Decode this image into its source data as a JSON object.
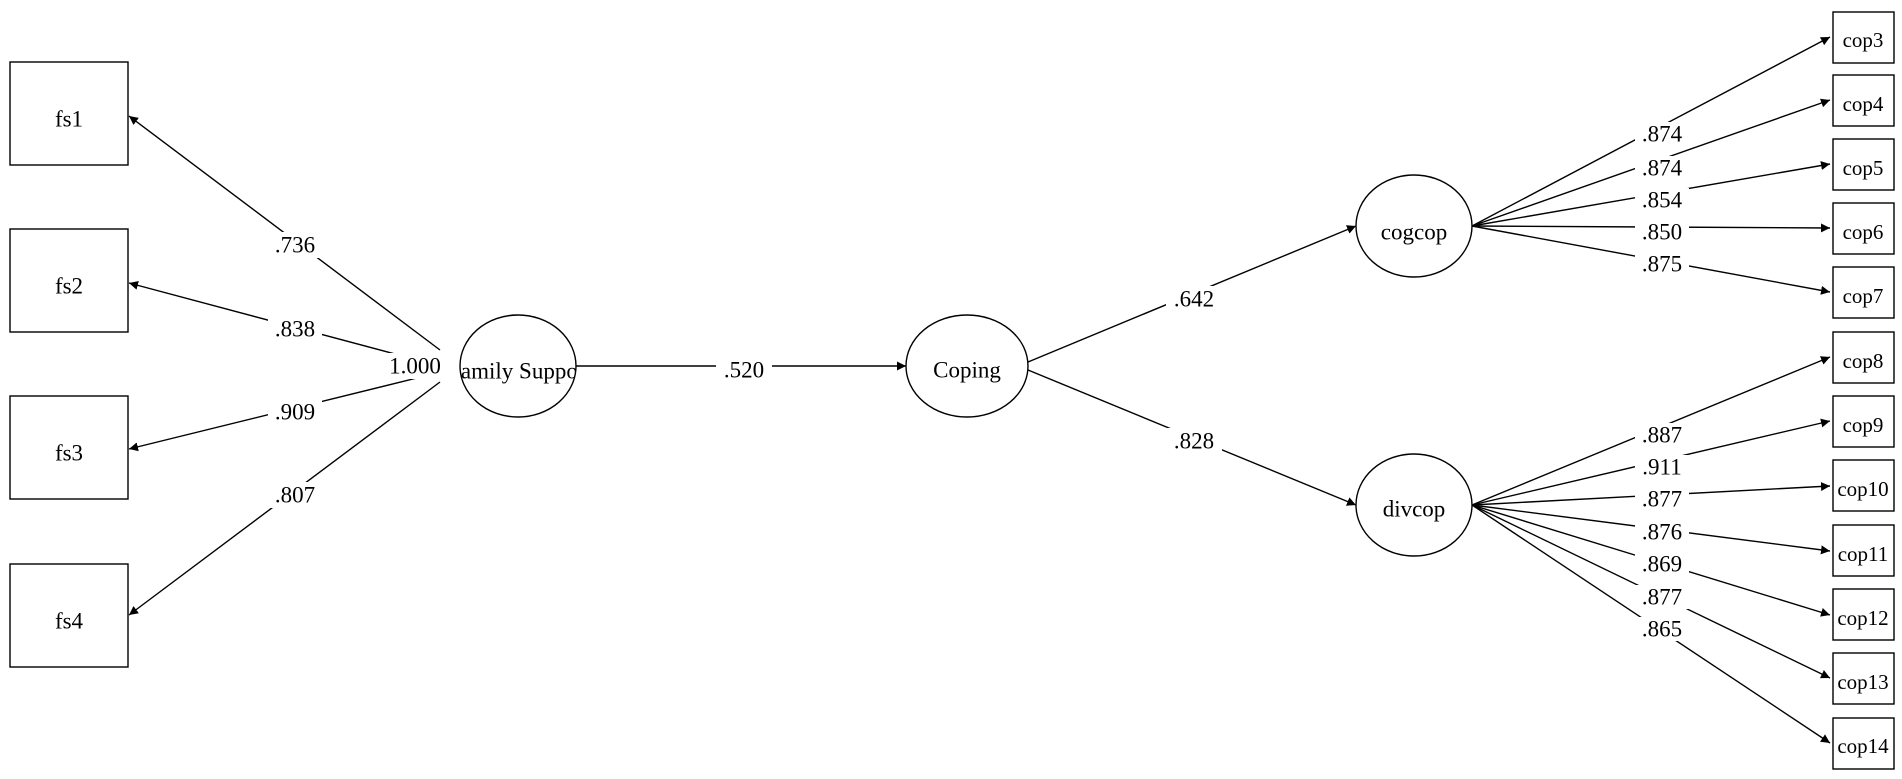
{
  "nodes": {
    "fs1": "fs1",
    "fs2": "fs2",
    "fs3": "fs3",
    "fs4": "fs4",
    "family_support": "Family Support",
    "coping": "Coping",
    "cogcop": "cogcop",
    "divcop": "divcop",
    "cop3": "cop3",
    "cop4": "cop4",
    "cop5": "cop5",
    "cop6": "cop6",
    "cop7": "cop7",
    "cop8": "cop8",
    "cop9": "cop9",
    "cop10": "cop10",
    "cop11": "cop11",
    "cop12": "cop12",
    "cop13": "cop13",
    "cop14": "cop14"
  },
  "loadings": {
    "fs1": ".736",
    "fs2": ".838",
    "fs3": ".909",
    "fs4": ".807",
    "family_support_variance": "1.000",
    "family_support_to_coping": ".520",
    "coping_to_cogcop": ".642",
    "coping_to_divcop": ".828",
    "cop3": ".874",
    "cop4": ".874",
    "cop5": ".854",
    "cop6": ".850",
    "cop7": ".875",
    "cop8": ".887",
    "cop9": ".911",
    "cop10": ".877",
    "cop11": ".876",
    "cop12": ".869",
    "cop13": ".877",
    "cop14": ".865"
  }
}
